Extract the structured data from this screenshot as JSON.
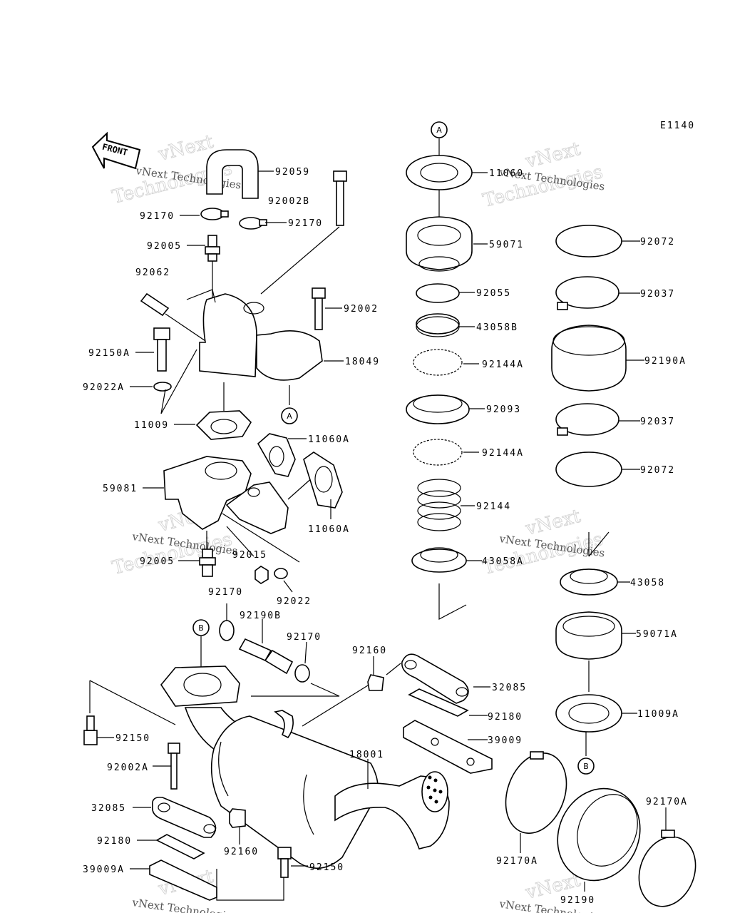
{
  "diagram_code": "E1140",
  "front_label": "FRONT",
  "watermark": {
    "line1": "vNext",
    "line2": "Technologies",
    "caption": "vNext Technologies"
  },
  "refs": {
    "a": "A",
    "b": "B"
  },
  "labels": [
    {
      "id": "p92059",
      "text": "92059"
    },
    {
      "id": "p92002B",
      "text": "92002B"
    },
    {
      "id": "p92170_1",
      "text": "92170"
    },
    {
      "id": "p92170_2",
      "text": "92170"
    },
    {
      "id": "p92005_1",
      "text": "92005"
    },
    {
      "id": "p92062",
      "text": "92062"
    },
    {
      "id": "p92002",
      "text": "92002"
    },
    {
      "id": "p92150A",
      "text": "92150A"
    },
    {
      "id": "p18049",
      "text": "18049"
    },
    {
      "id": "p92022A",
      "text": "92022A"
    },
    {
      "id": "p11009",
      "text": "11009"
    },
    {
      "id": "p11060A_1",
      "text": "11060A"
    },
    {
      "id": "p59081",
      "text": "59081"
    },
    {
      "id": "p11060A_2",
      "text": "11060A"
    },
    {
      "id": "p92015",
      "text": "92015"
    },
    {
      "id": "p92005_2",
      "text": "92005"
    },
    {
      "id": "p92022",
      "text": "92022"
    },
    {
      "id": "p92170_3",
      "text": "92170"
    },
    {
      "id": "p92190B",
      "text": "92190B"
    },
    {
      "id": "p92170_4",
      "text": "92170"
    },
    {
      "id": "p92160_1",
      "text": "92160"
    },
    {
      "id": "p32085_1",
      "text": "32085"
    },
    {
      "id": "p92180_1",
      "text": "92180"
    },
    {
      "id": "p39009",
      "text": "39009"
    },
    {
      "id": "p92150_1",
      "text": "92150"
    },
    {
      "id": "p18001",
      "text": "18001"
    },
    {
      "id": "p92002A",
      "text": "92002A"
    },
    {
      "id": "p32085_2",
      "text": "32085"
    },
    {
      "id": "p92180_2",
      "text": "92180"
    },
    {
      "id": "p92160_2",
      "text": "92160"
    },
    {
      "id": "p39009A",
      "text": "39009A"
    },
    {
      "id": "p92150_2",
      "text": "92150"
    },
    {
      "id": "p11060",
      "text": "11060"
    },
    {
      "id": "p59071",
      "text": "59071"
    },
    {
      "id": "p92055",
      "text": "92055"
    },
    {
      "id": "p43058B",
      "text": "43058B"
    },
    {
      "id": "p92144A_1",
      "text": "92144A"
    },
    {
      "id": "p92093",
      "text": "92093"
    },
    {
      "id": "p92144A_2",
      "text": "92144A"
    },
    {
      "id": "p92144",
      "text": "92144"
    },
    {
      "id": "p43058A",
      "text": "43058A"
    },
    {
      "id": "p92072_1",
      "text": "92072"
    },
    {
      "id": "p92037_1",
      "text": "92037"
    },
    {
      "id": "p92190A",
      "text": "92190A"
    },
    {
      "id": "p92037_2",
      "text": "92037"
    },
    {
      "id": "p92072_2",
      "text": "92072"
    },
    {
      "id": "p43058",
      "text": "43058"
    },
    {
      "id": "p59071A",
      "text": "59071A"
    },
    {
      "id": "p11009A",
      "text": "11009A"
    },
    {
      "id": "p92170A_1",
      "text": "92170A"
    },
    {
      "id": "p92170A_2",
      "text": "92170A"
    },
    {
      "id": "p92190",
      "text": "92190"
    }
  ]
}
